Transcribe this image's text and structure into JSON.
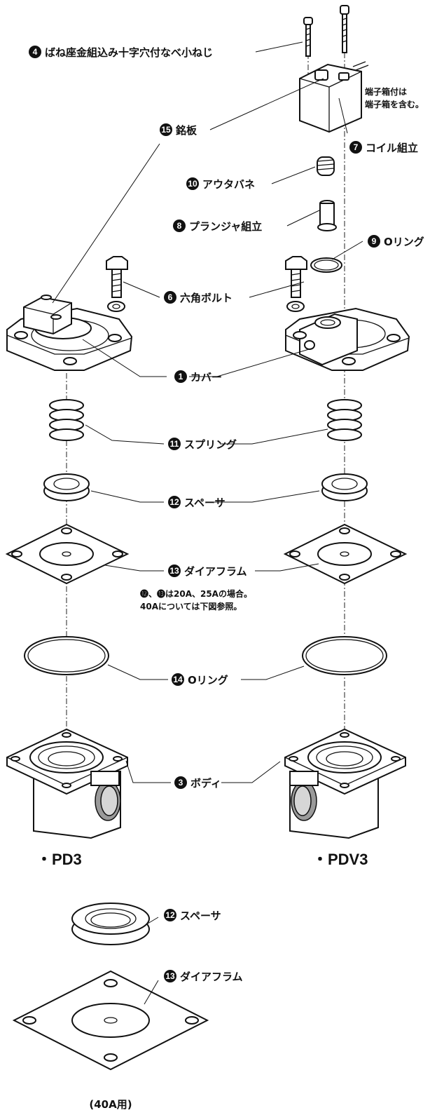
{
  "labels": {
    "p4": {
      "num": "4",
      "text": "ばね座金組込み十字穴付なべ小ねじ"
    },
    "p15": {
      "num": "15",
      "text": "銘板"
    },
    "p7": {
      "num": "7",
      "text": "コイル組立"
    },
    "p7_note1": "端子箱付は",
    "p7_note2": "端子箱を含む。",
    "p10": {
      "num": "10",
      "text": "アウタバネ"
    },
    "p8": {
      "num": "8",
      "text": "プランジャ組立"
    },
    "p9": {
      "num": "9",
      "text": "Oリング"
    },
    "p6": {
      "num": "6",
      "text": "六角ボルト"
    },
    "p1": {
      "num": "1",
      "text": "カバー"
    },
    "p11": {
      "num": "11",
      "text": "スプリング"
    },
    "p12": {
      "num": "12",
      "text": "スペーサ"
    },
    "p13": {
      "num": "13",
      "text": "ダイアフラム"
    },
    "note1": "⓬、⓭は20A、25Aの場合。",
    "note2": "40Aについては下図参照。",
    "p14": {
      "num": "14",
      "text": "Oリング"
    },
    "p3": {
      "num": "3",
      "text": "ボディ"
    },
    "model_left": "・PD3",
    "model_right": "・PDV3",
    "p12b": {
      "num": "12",
      "text": "スペーサ"
    },
    "p13b": {
      "num": "13",
      "text": "ダイアフラム"
    },
    "caption_40a": "(40A用)"
  }
}
